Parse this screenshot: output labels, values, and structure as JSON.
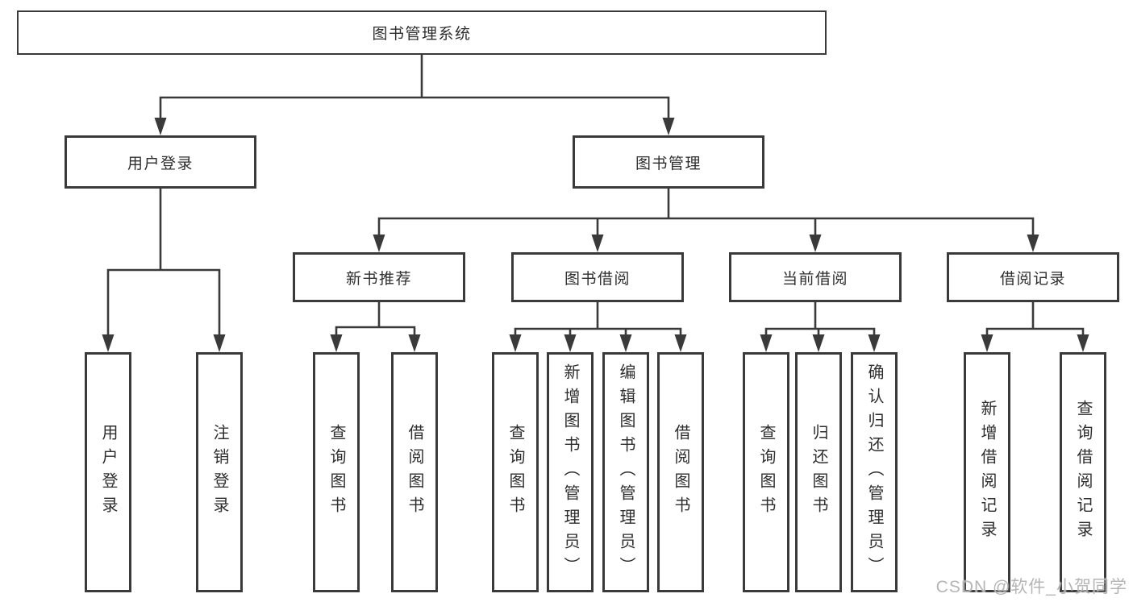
{
  "watermark": "CSDN @软件_小贺同学",
  "colors": {
    "line": "#3a3a3a",
    "text": "#2e2e2e",
    "background": "#ffffff",
    "watermark": "#b1b1b1"
  },
  "tree": {
    "root": {
      "label": "图书管理系统"
    },
    "branches": [
      {
        "label": "用户登录",
        "children": [
          "用户登录",
          "注销登录"
        ]
      },
      {
        "label": "图书管理",
        "sections": [
          {
            "label": "新书推荐",
            "children": [
              "查询图书",
              "借阅图书"
            ]
          },
          {
            "label": "图书借阅",
            "children": [
              "查询图书",
              "新增图书（管理员）",
              "编辑图书（管理员）",
              "借阅图书"
            ]
          },
          {
            "label": "当前借阅",
            "children": [
              "查询图书",
              "归还图书",
              "确认归还（管理员）"
            ]
          },
          {
            "label": "借阅记录",
            "children": [
              "新增借阅记录",
              "查询借阅记录"
            ]
          }
        ]
      }
    ]
  }
}
